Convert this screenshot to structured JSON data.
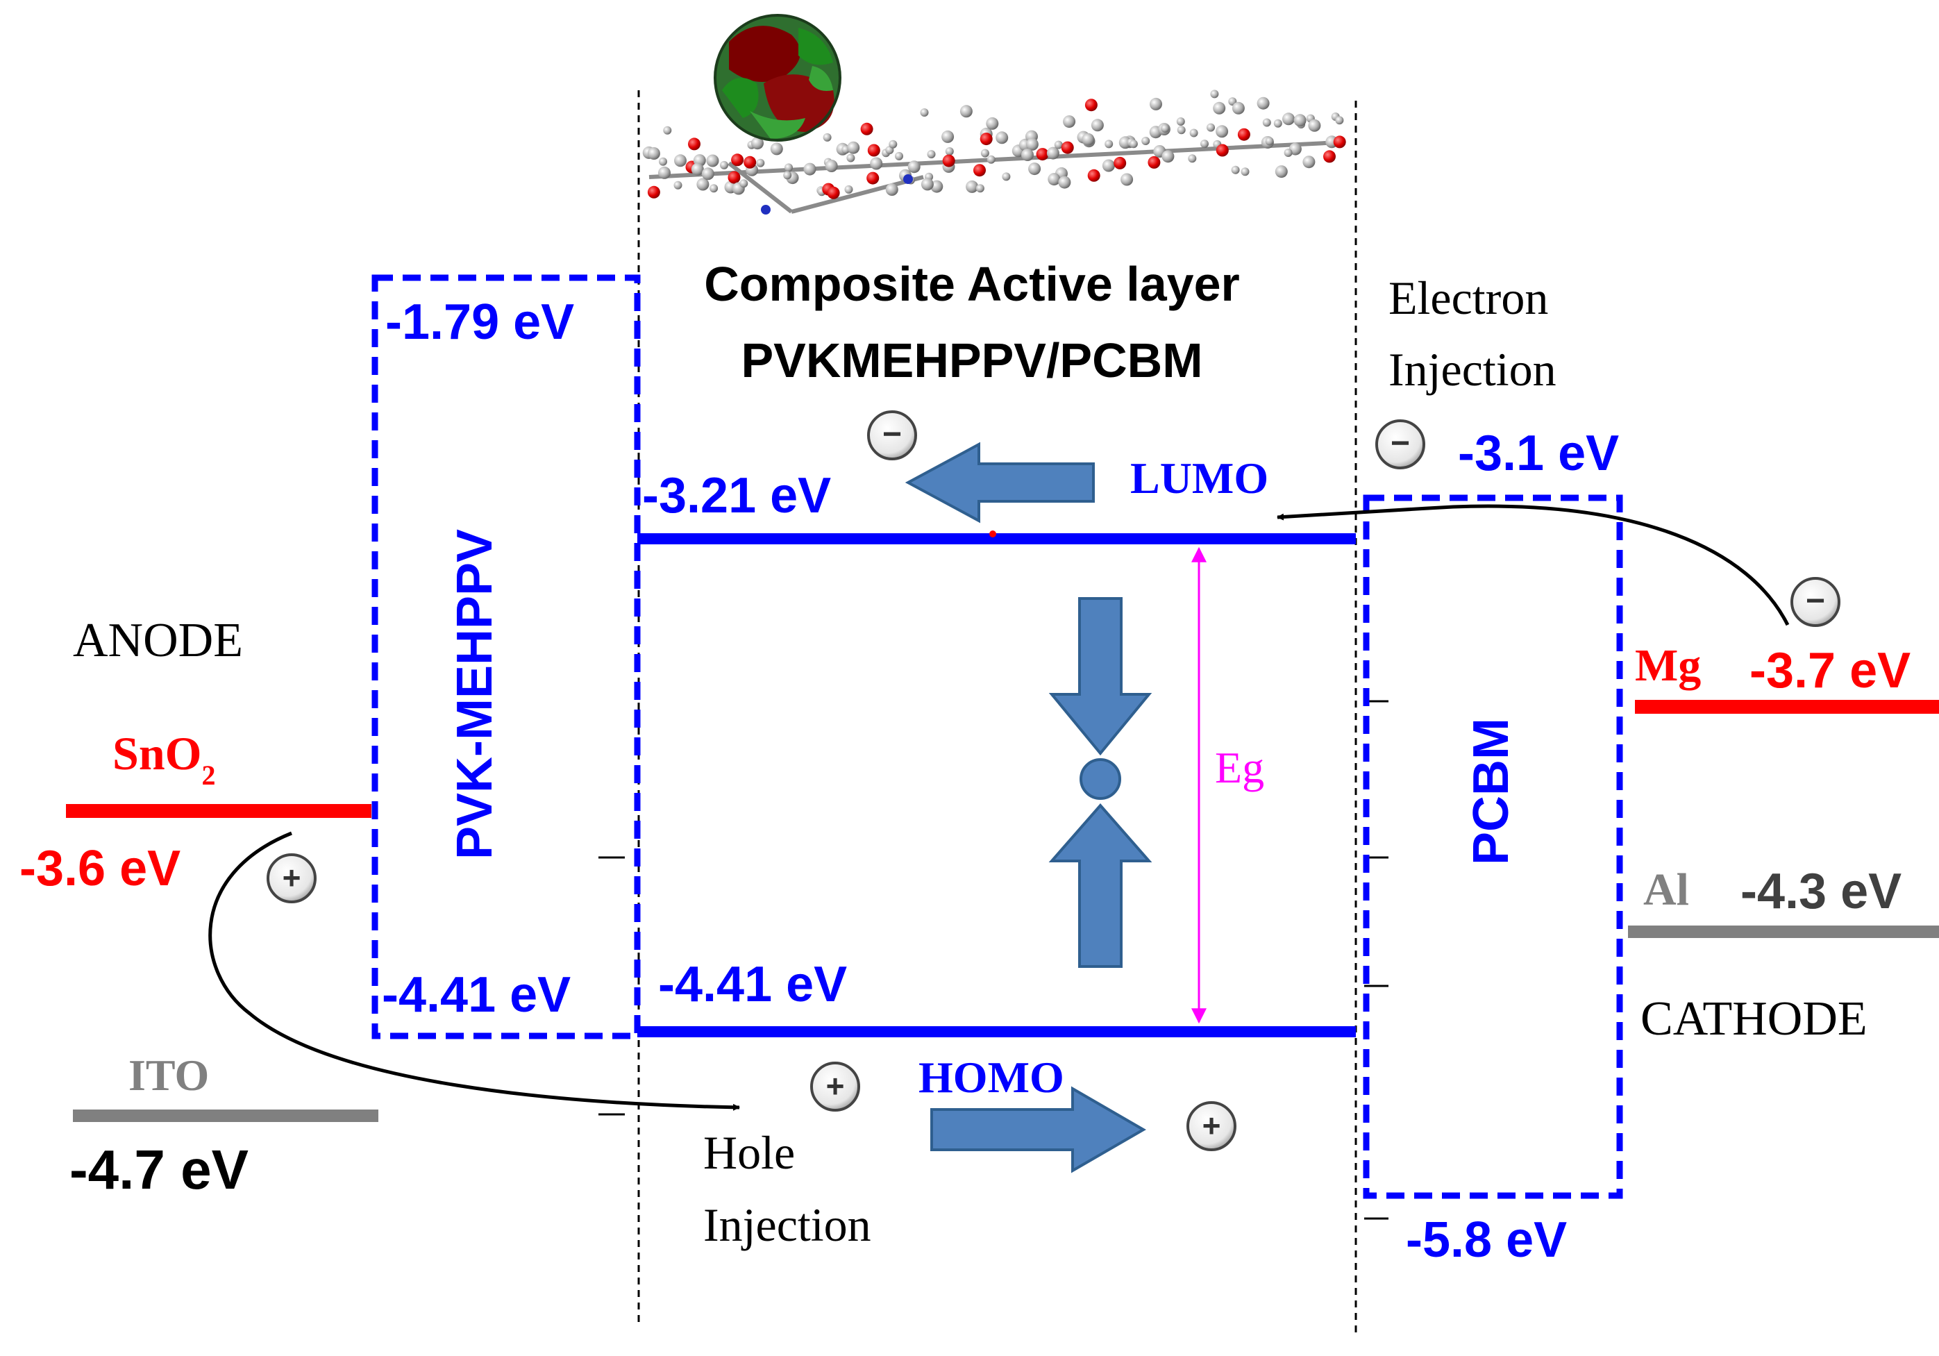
{
  "colors": {
    "blue": "#0000ff",
    "red": "#ff0000",
    "gray": "#808080",
    "black": "#000000",
    "magenta": "#ff00ff",
    "steel_arrow": "#4f81bd",
    "steel_arrow_outline": "#2f5f8f"
  },
  "title": {
    "line1": "Composite Active layer",
    "line2": "PVKMEHPPV/PCBM"
  },
  "electrodes": {
    "anode_label": "ANODE",
    "cathode_label": "CATHODE",
    "sno2_label": "SnO",
    "sno2_subscript": "2",
    "sno2_energy": "-3.6 eV",
    "ito_label": "ITO",
    "ito_energy": "-4.7 eV",
    "mg_label": "Mg",
    "mg_energy": "-3.7 eV",
    "al_label": "Al",
    "al_energy": "-4.3 eV"
  },
  "layers": {
    "pvk": {
      "name": "PVK-MEHPPV",
      "lumo_energy": "-1.79 eV",
      "homo_energy": "-4.41 eV"
    },
    "active": {
      "lumo_label": "LUMO",
      "homo_label": "HOMO",
      "lumo_energy": "-3.21 eV",
      "homo_energy": "-4.41 eV",
      "gap_label": "Eg"
    },
    "pcbm": {
      "name": "PCBM",
      "lumo_energy": "-3.1 eV",
      "homo_energy": "-5.8 eV"
    }
  },
  "injection": {
    "electron_line1": "Electron",
    "electron_line2": "Injection",
    "hole_line1": "Hole",
    "hole_line2": "Injection"
  },
  "charges": {
    "electron_symbol": "−",
    "hole_symbol": "+"
  },
  "molecule": {
    "description_icon": "molecule-image"
  }
}
